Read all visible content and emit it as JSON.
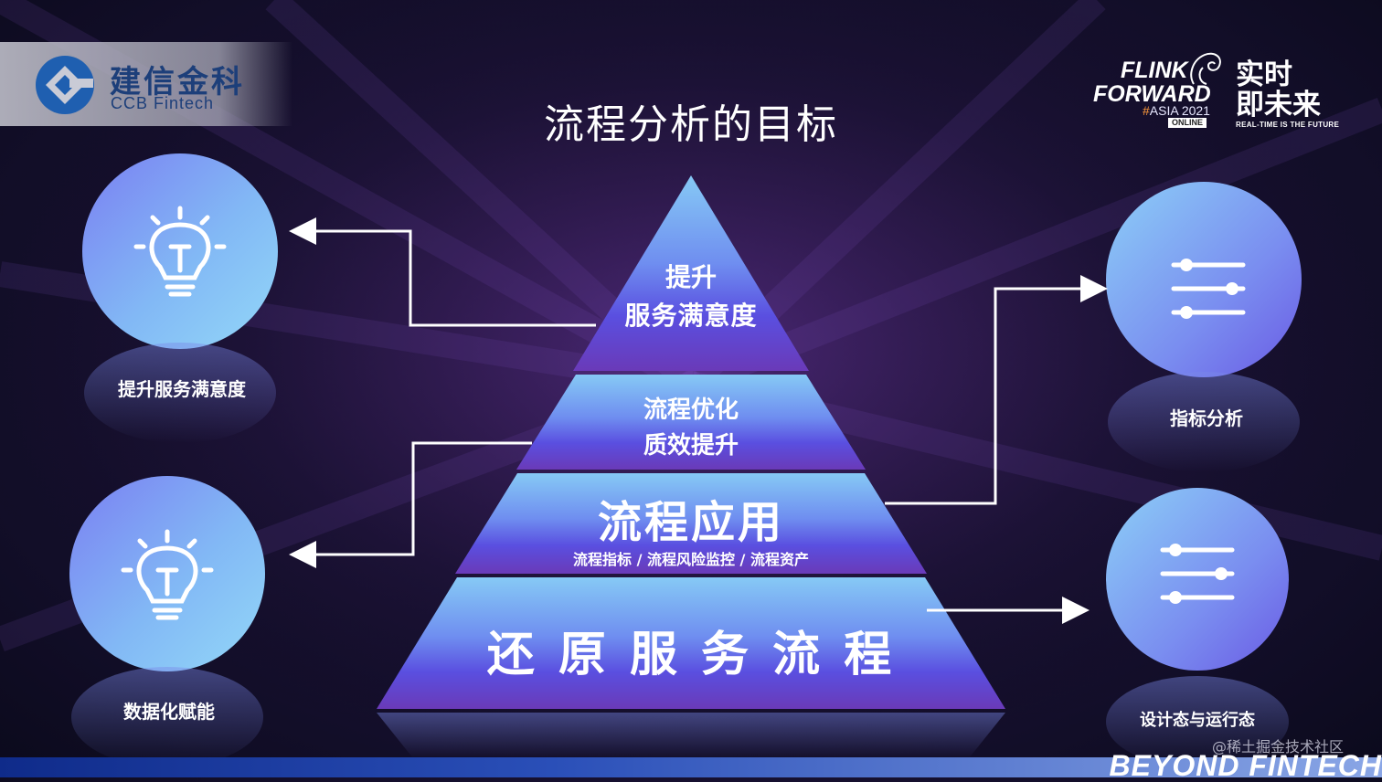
{
  "logo": {
    "cn": "建信金科",
    "en": "CCB Fintech",
    "icon": "ccb-fintech-logo"
  },
  "title": "流程分析的目标",
  "event": {
    "line1": "FLINK",
    "line2": "FORWARD",
    "hash_prefix": "#",
    "hash_rest": "ASIA 2021",
    "online": "ONLINE",
    "slogan_line1": "实时",
    "slogan_line2": "即未来",
    "slogan_en": "REAL-TIME IS THE FUTURE"
  },
  "pyramid": {
    "level1": {
      "line1": "提升",
      "line2": "服务满意度"
    },
    "level2": {
      "line1": "流程优化",
      "line2": "质效提升"
    },
    "level3": {
      "title": "流程应用",
      "subtitle": "流程指标 / 流程风险监控 / 流程资产"
    },
    "level4": {
      "title": "还 原 服 务 流 程"
    }
  },
  "circles": {
    "top_left": {
      "label": "提升服务满意度",
      "icon": "lightbulb-icon"
    },
    "bottom_left": {
      "label": "数据化赋能",
      "icon": "lightbulb-icon"
    },
    "top_right": {
      "label": "指标分析",
      "icon": "sliders-icon"
    },
    "bottom_right": {
      "label": "设计态与运行态",
      "icon": "sliders-icon"
    }
  },
  "footer": {
    "text": "BEYOND FINTECH"
  },
  "watermark": "@稀土掘金技术社区",
  "colors": {
    "pyramid_top": "#7fc4f5",
    "pyramid_bottom": "#7a3fd0",
    "circle_light": "#8fd0f7",
    "circle_dark": "#6b6ef0",
    "footer": "#2a4fb8"
  }
}
